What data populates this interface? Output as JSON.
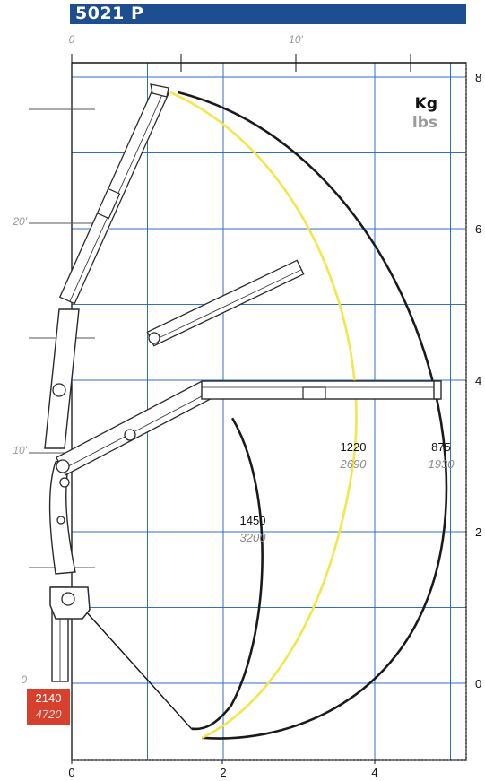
{
  "title": "5021 P",
  "units": {
    "kg": "Kg",
    "lbs": "lbs"
  },
  "colors": {
    "title_bar": "#1d4e8f",
    "grid": "#2f6fc4",
    "curve_outer": "#1a1a1a",
    "curve_mid": "#f2e64a",
    "curve_inner": "#1a1a1a",
    "base_badge": "#d8402e",
    "crane_outline": "#2a2a2a"
  },
  "chart_data": {
    "type": "diagram",
    "x_axis_m": {
      "ticks": [
        "0",
        "2",
        "4"
      ],
      "range": [
        0,
        5
      ]
    },
    "y_axis_m": {
      "ticks": [
        "0",
        "2",
        "4",
        "6",
        "8"
      ],
      "range": [
        -0.7,
        8.2
      ]
    },
    "x_axis_ft": {
      "ticks": [
        "0",
        "10'"
      ]
    },
    "y_axis_ft": {
      "ticks": [
        "0",
        "10'",
        "20'"
      ]
    },
    "load_zones": [
      {
        "kg": "875",
        "lbs": "1930",
        "reach_m": 4.9
      },
      {
        "kg": "1220",
        "lbs": "2690",
        "reach_m": 3.7
      },
      {
        "kg": "1450",
        "lbs": "3200",
        "reach_m": 2.4
      }
    ],
    "base_capacity": {
      "kg": "2140",
      "lbs": "4720"
    }
  }
}
